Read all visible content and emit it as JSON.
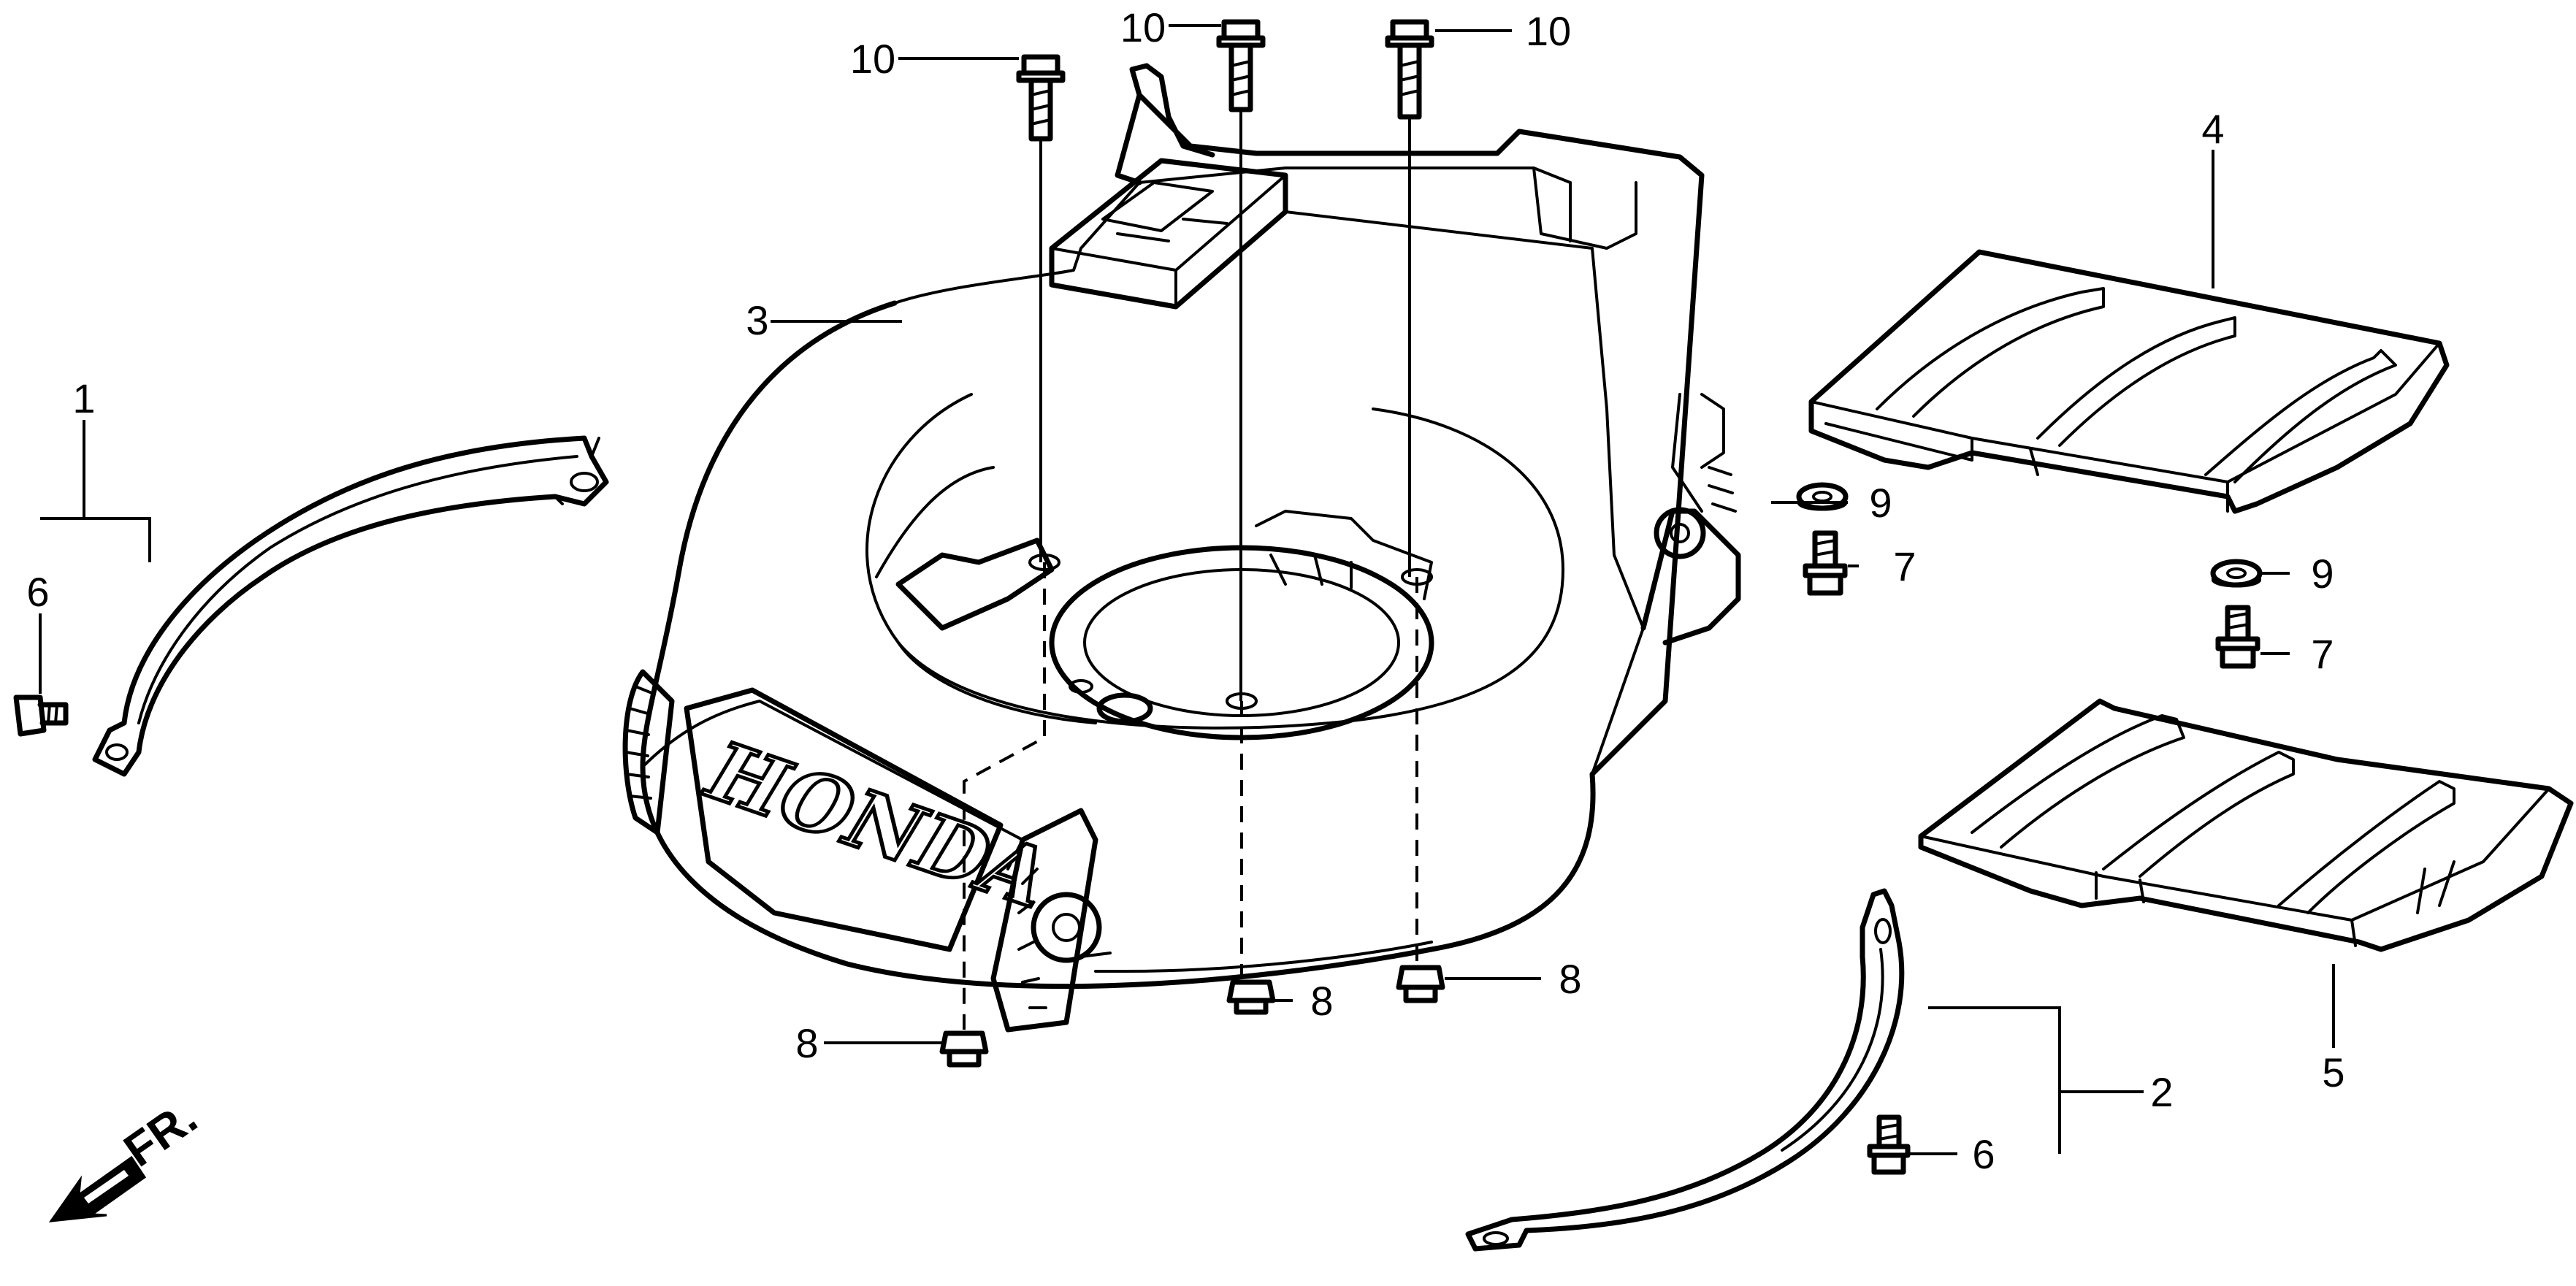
{
  "diagram": {
    "callouts": {
      "c1": "1",
      "c2": "2",
      "c3": "3",
      "c4": "4",
      "c5": "5",
      "c6a": "6",
      "c6b": "6",
      "c7a": "7",
      "c7b": "7",
      "c8a": "8",
      "c8b": "8",
      "c8c": "8",
      "c9a": "9",
      "c9b": "9",
      "c10a": "10",
      "c10b": "10",
      "c10c": "10"
    },
    "deck_brand": "HONDA",
    "direction_label": "FR."
  }
}
